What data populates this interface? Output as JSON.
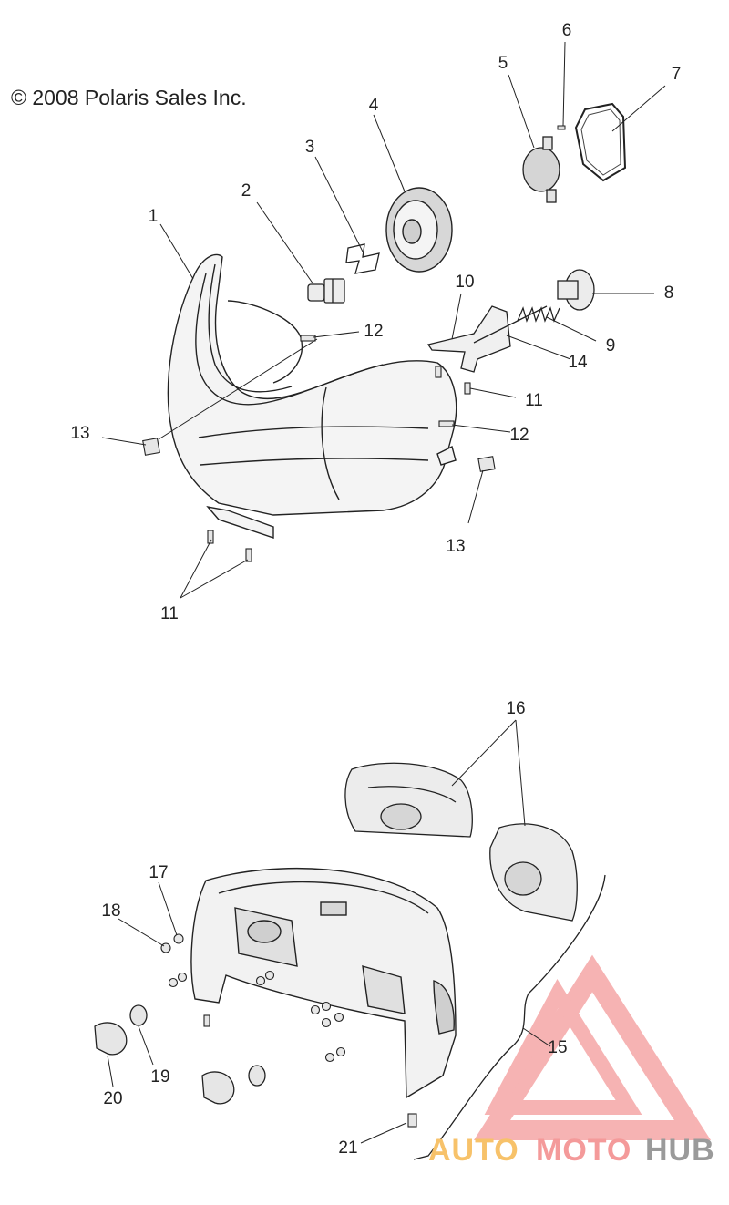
{
  "copyright": "© 2008 Polaris Sales Inc.",
  "callouts": [
    {
      "id": "c1",
      "label": "1"
    },
    {
      "id": "c2",
      "label": "2"
    },
    {
      "id": "c3",
      "label": "3"
    },
    {
      "id": "c4",
      "label": "4"
    },
    {
      "id": "c5",
      "label": "5"
    },
    {
      "id": "c6",
      "label": "6"
    },
    {
      "id": "c7",
      "label": "7"
    },
    {
      "id": "c8",
      "label": "8"
    },
    {
      "id": "c9",
      "label": "9"
    },
    {
      "id": "c10",
      "label": "10"
    },
    {
      "id": "c11a",
      "label": "11"
    },
    {
      "id": "c11b",
      "label": "11"
    },
    {
      "id": "c12a",
      "label": "12"
    },
    {
      "id": "c12b",
      "label": "12"
    },
    {
      "id": "c13a",
      "label": "13"
    },
    {
      "id": "c13b",
      "label": "13"
    },
    {
      "id": "c14",
      "label": "14"
    },
    {
      "id": "c15",
      "label": "15"
    },
    {
      "id": "c16",
      "label": "16"
    },
    {
      "id": "c17",
      "label": "17"
    },
    {
      "id": "c18",
      "label": "18"
    },
    {
      "id": "c19",
      "label": "19"
    },
    {
      "id": "c20",
      "label": "20"
    },
    {
      "id": "c21",
      "label": "21"
    }
  ],
  "watermark": {
    "part1": "AUTO",
    "part2": "MOTO",
    "part3": "HUB",
    "color_orange": "#f7c26a",
    "color_pink": "#f49a9a",
    "color_gray": "#9a9a9a"
  },
  "line_color": "#222222"
}
